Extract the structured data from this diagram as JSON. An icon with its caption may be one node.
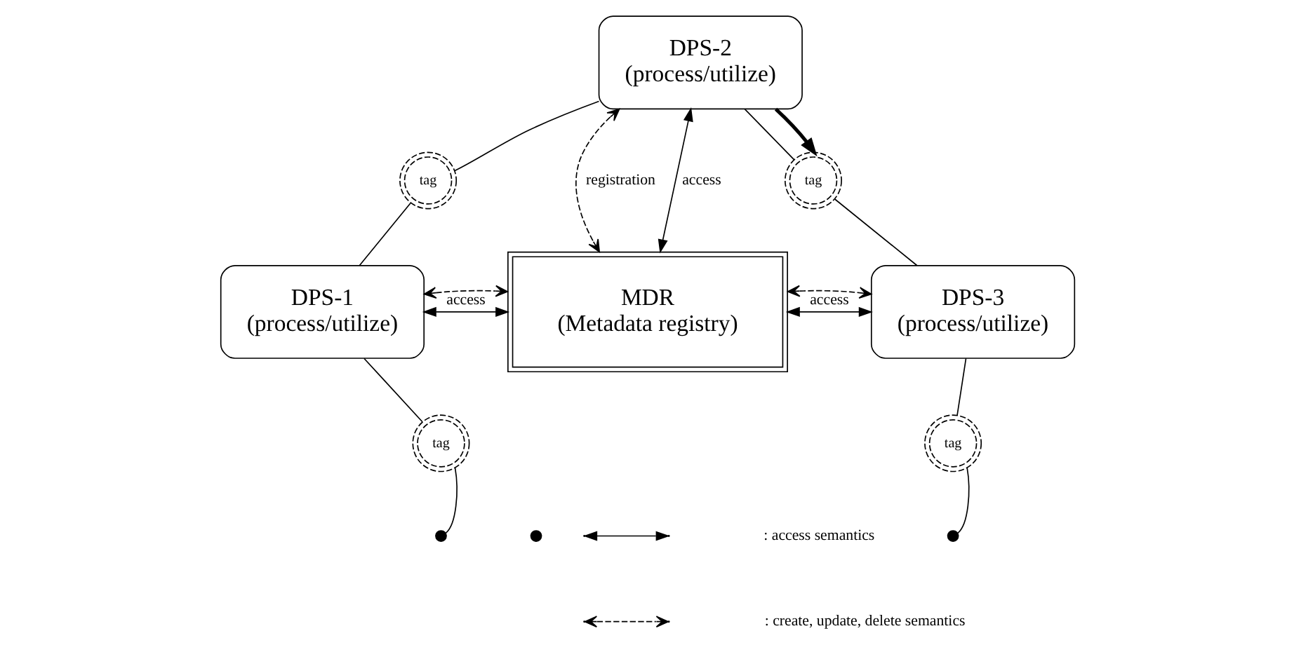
{
  "diagram": {
    "nodes": [
      {
        "text": [
          "DPS-2",
          "(process/utilize)"
        ]
      },
      {
        "text": [
          "tag"
        ]
      },
      {
        "text": [
          "tag"
        ]
      },
      {
        "text": [
          "MDR",
          "(Metadata registry)"
        ]
      },
      {
        "text": [
          "DPS-1",
          "(process/utilize)"
        ]
      },
      {
        "text": [
          "DPS-3",
          "(process/utilize)"
        ]
      },
      {
        "text": [
          "tag"
        ]
      },
      {
        "text": [
          "tag"
        ]
      },
      {
        "text": [],
        "shape": "circle"
      },
      {
        "text": [],
        "shape": "circle"
      },
      {
        "text": [],
        "shape": "circle"
      }
    ],
    "edges": [
      {
        "from": 4,
        "to": 1,
        "arrow": "none"
      },
      {
        "from": 1,
        "to": 0,
        "arrow": "none"
      },
      {
        "from": 0,
        "to": 2,
        "arrow": "none"
      },
      {
        "from": 0,
        "to": 2,
        "arrow": "to",
        "style": "thick"
      },
      {
        "from": 2,
        "to": 5,
        "arrow": "none"
      },
      {
        "from": 0,
        "to": 3,
        "label": "access",
        "arrow": "both"
      },
      {
        "from": 0,
        "to": 3,
        "label": "registration",
        "arrow": "both",
        "style": "dashed"
      },
      {
        "from": 4,
        "to": 3,
        "label": "access",
        "arrow": "both"
      },
      {
        "from": 4,
        "to": 3,
        "arrow": "both",
        "style": "dashed"
      },
      {
        "from": 3,
        "to": 5,
        "label": "access",
        "arrow": "both"
      },
      {
        "from": 3,
        "to": 5,
        "arrow": "both",
        "style": "dashed"
      },
      {
        "from": 4,
        "to": 6,
        "arrow": "none"
      },
      {
        "from": 6,
        "to": 8,
        "arrow": "none"
      },
      {
        "from": 10,
        "to": 7,
        "arrow": "none"
      },
      {
        "from": 7,
        "to": 5,
        "arrow": "none"
      }
    ],
    "legend": [
      {
        "text": ": access semantics"
      },
      {
        "text": ": create, update, delete semantics"
      }
    ]
  }
}
